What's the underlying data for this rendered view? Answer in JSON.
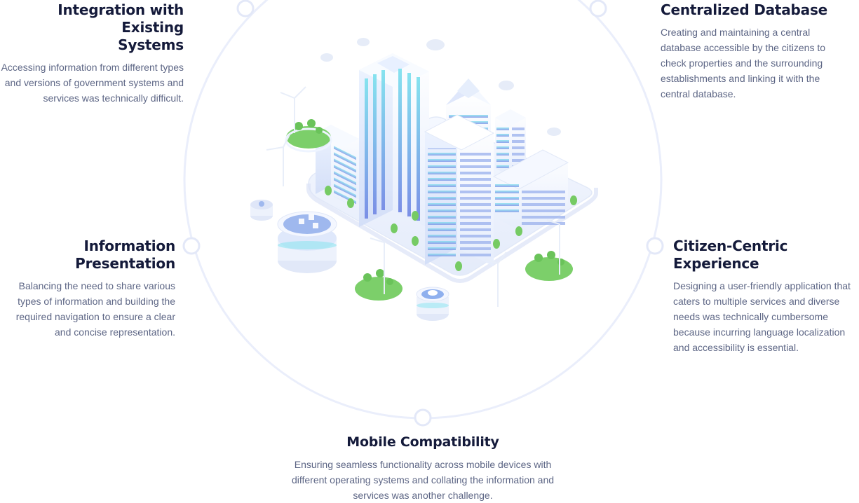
{
  "challenges": {
    "integration": {
      "title_line1": "Integration with Existing",
      "title_line2": "Systems",
      "description": "Accessing information from different types and versions of government systems and services was technically difficult."
    },
    "centralized_database": {
      "title": "Centralized Database",
      "description": "Creating and maintaining a central database accessible by the citizens to check properties and the surrounding establishments and linking it with the central database."
    },
    "information_presentation": {
      "title": "Information Presentation",
      "description": "Balancing the need to share various types of information and building the required navigation to ensure a clear and concise representation."
    },
    "citizen_centric": {
      "title": "Citizen-Centric Experience",
      "description": "Designing a user-friendly application that caters to multiple services and diverse needs was technically cumbersome because incurring language localization and accessibility is essential."
    },
    "mobile_compatibility": {
      "title": "Mobile Compatibility",
      "description": "Ensuring seamless functionality across mobile devices with different operating systems and collating the information and services was another challenge."
    }
  },
  "colors": {
    "heading": "#141a3a",
    "body_text": "#5d6685",
    "ring": "#e9edfb",
    "building_blue": "#7fa0ea",
    "building_cyan": "#7fe0ee",
    "tree_green": "#7ccf6a"
  }
}
